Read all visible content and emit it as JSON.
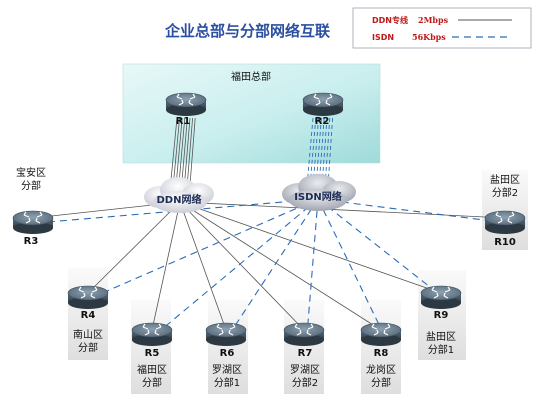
{
  "title": "企业总部与分部网络互联",
  "legend": {
    "ddn_label": "DDN专线",
    "ddn_rate": "2Mbps",
    "isdn_label": "ISDN",
    "isdn_rate": "56Kbps"
  },
  "hq": {
    "label": "福田总部"
  },
  "clouds": {
    "ddn": "DDN网络",
    "isdn": "ISDN网络"
  },
  "routers": {
    "r1": {
      "id": "R1"
    },
    "r2": {
      "id": "R2"
    },
    "r3": {
      "id": "R3",
      "label": [
        "宝安区",
        "分部"
      ]
    },
    "r4": {
      "id": "R4",
      "label": [
        "南山区",
        "分部"
      ]
    },
    "r5": {
      "id": "R5",
      "label": [
        "福田区",
        "分部"
      ]
    },
    "r6": {
      "id": "R6",
      "label": [
        "罗湖区",
        "分部1"
      ]
    },
    "r7": {
      "id": "R7",
      "label": [
        "罗湖区",
        "分部2"
      ]
    },
    "r8": {
      "id": "R8",
      "label": [
        "龙岗区",
        "分部"
      ]
    },
    "r9": {
      "id": "R9",
      "label": [
        "盐田区",
        "分部1"
      ]
    },
    "r10": {
      "id": "R10",
      "label": [
        "盐田区",
        "分部2"
      ]
    }
  },
  "colors": {
    "ddn_line": "#555555",
    "isdn_line": "#2a6db5",
    "hq_fill": "#c6ecec",
    "title": "#2b4fa0",
    "legend_text": "#c01818"
  }
}
